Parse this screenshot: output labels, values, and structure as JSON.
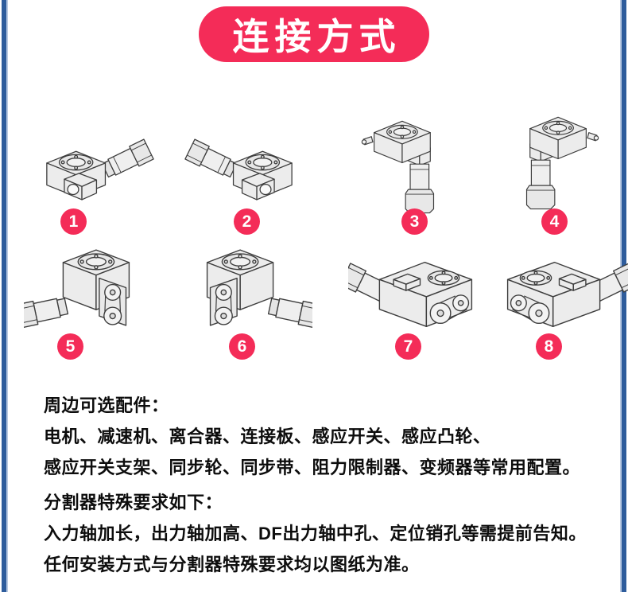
{
  "banner": {
    "title": "连接方式"
  },
  "figures": [
    {
      "number": "1"
    },
    {
      "number": "2"
    },
    {
      "number": "3"
    },
    {
      "number": "4"
    },
    {
      "number": "5"
    },
    {
      "number": "6"
    },
    {
      "number": "7"
    },
    {
      "number": "8"
    }
  ],
  "notes": {
    "accessories_heading": "周边可选配件：",
    "accessories_line1": "电机、减速机、离合器、连接板、感应开关、感应凸轮、",
    "accessories_line2": "感应开关支架、同步轮、同步带、阻力限制器、变频器等常用配置。",
    "special_heading": "分割器特殊要求如下：",
    "special_line1": "入力轴加长，出力轴加高、DF出力轴中孔、定位销孔等需提前告知。",
    "special_line2": "任何安装方式与分割器特殊要求均以图纸为准。"
  },
  "colors": {
    "accent_pink": "#f42c58",
    "frame_blue": "#2e5c9c",
    "frame_blue_light": "#b9c9e2",
    "text": "#0d0d0d",
    "drawing_fill": "#ececec",
    "drawing_stroke": "#3d3d3d"
  }
}
